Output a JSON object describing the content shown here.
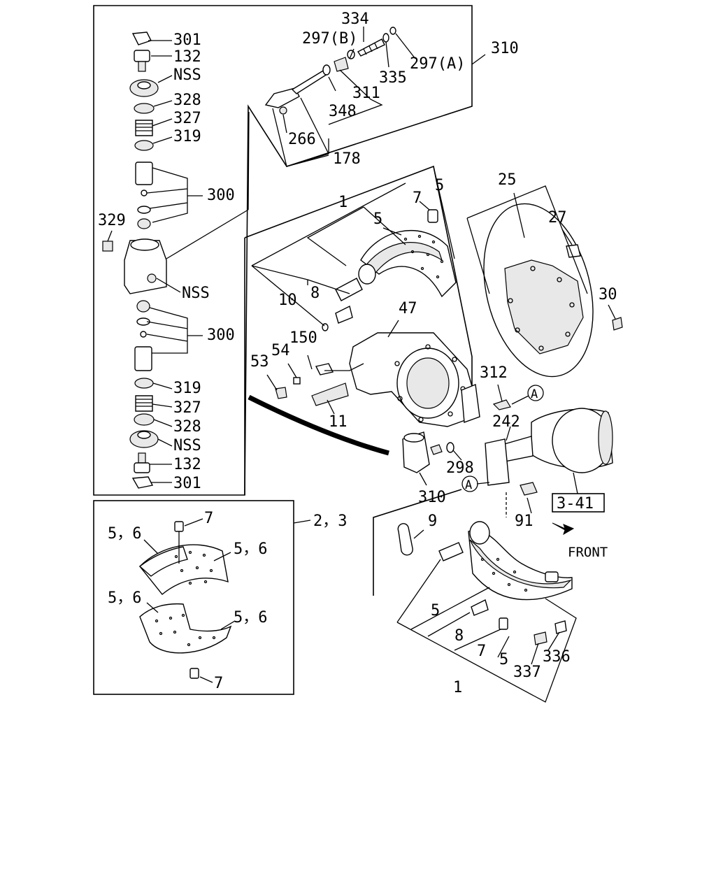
{
  "callouts": {
    "l301a": "301",
    "l132a": "132",
    "lnss1": "NSS",
    "l328a": "328",
    "l327a": "327",
    "l319a": "319",
    "l300a": "300",
    "l329": "329",
    "lnss2": "NSS",
    "l300b": "300",
    "l319b": "319",
    "l327b": "327",
    "l328b": "328",
    "lnss3": "NSS",
    "l132b": "132",
    "l301b": "301",
    "l334": "334",
    "l297b": "297(B)",
    "l297a": "297(A)",
    "l310a": "310",
    "l335": "335",
    "l311": "311",
    "l348": "348",
    "l266": "266",
    "l178": "178",
    "l1a": "1",
    "l7a": "7",
    "l5a": "5",
    "l5b": "5",
    "l10": "10",
    "l8a": "8",
    "l47": "47",
    "l150": "150",
    "l54": "54",
    "l53": "53",
    "l11": "11",
    "l25": "25",
    "l27": "27",
    "l30": "30",
    "l312": "312",
    "lA1": "A",
    "l242": "242",
    "l298": "298",
    "lA2": "A",
    "l310b": "310",
    "l91": "91",
    "l341": "3-41",
    "l9": "9",
    "lfront": "FRONT",
    "l23": "2，3",
    "l7b": "7",
    "l56a": "5，6",
    "l56b": "5，6",
    "l56c": "5，6",
    "l56d": "5，6",
    "l7c": "7",
    "l5c": "5",
    "l8b": "8",
    "l7d": "7",
    "l5d": "5",
    "l336": "336",
    "l337": "337",
    "l1b": "1"
  }
}
